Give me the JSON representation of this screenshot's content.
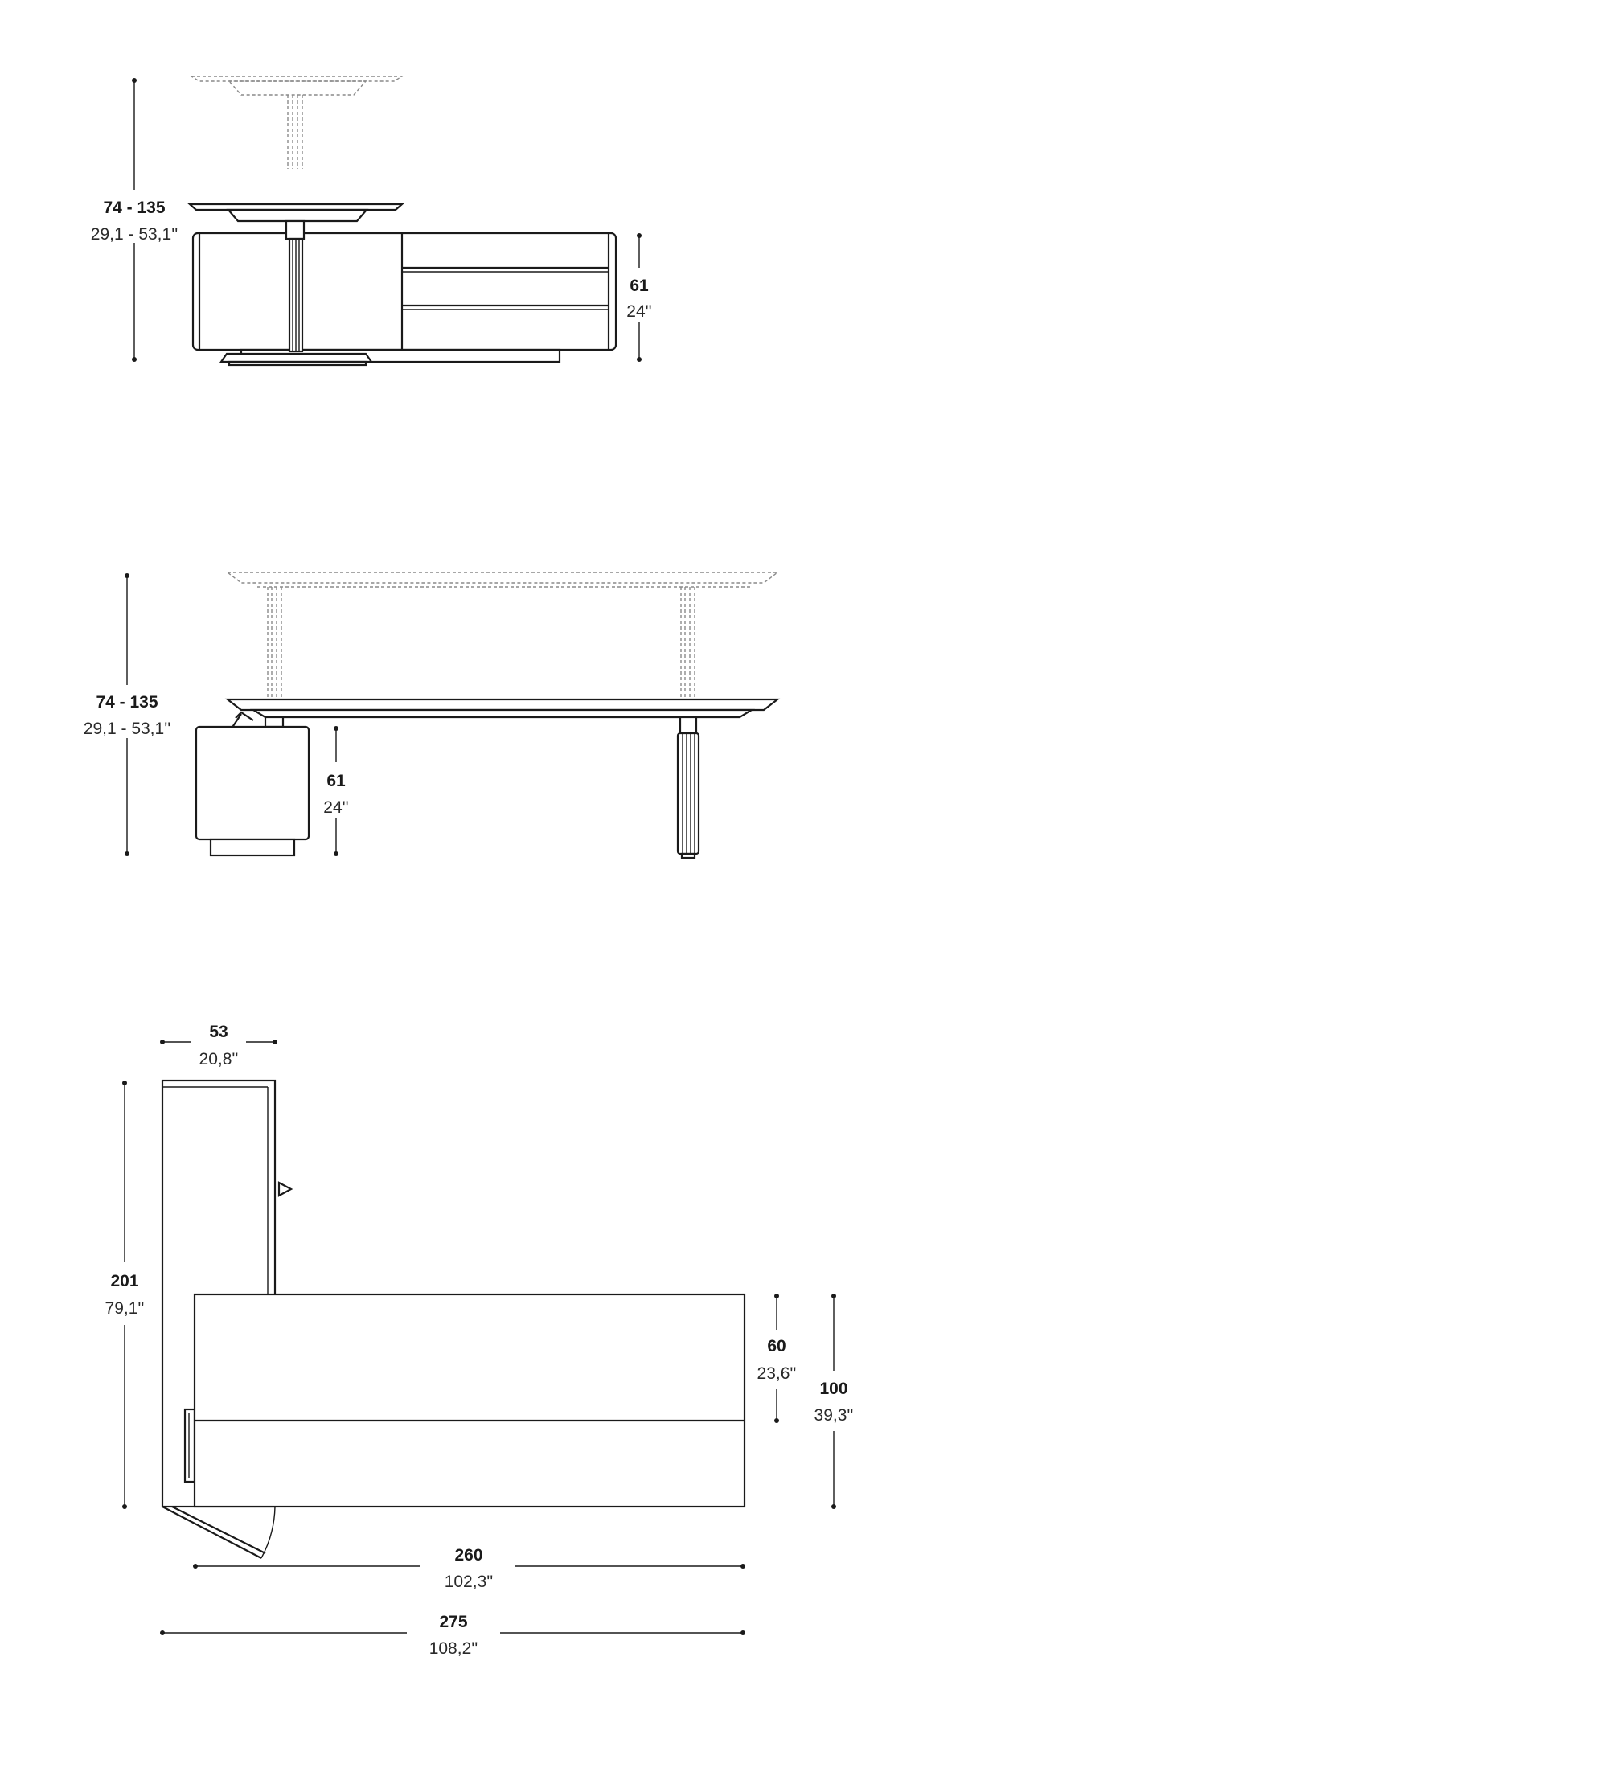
{
  "views": {
    "side": {
      "height": {
        "cm": "74 - 135",
        "in": "29,1 - 53,1''"
      },
      "cabinet": {
        "cm": "61",
        "in": "24''"
      }
    },
    "front": {
      "height": {
        "cm": "74 - 135",
        "in": "29,1 - 53,1''"
      },
      "cabinet": {
        "cm": "61",
        "in": "24''"
      }
    },
    "plan": {
      "cabinet_width": {
        "cm": "53",
        "in": "20,8''"
      },
      "total_depth": {
        "cm": "201",
        "in": "79,1''"
      },
      "desk_depth": {
        "cm": "60",
        "in": "23,6''"
      },
      "return_depth": {
        "cm": "100",
        "in": "39,3''"
      },
      "desk_width": {
        "cm": "260",
        "in": "102,3''"
      },
      "total_width": {
        "cm": "275",
        "in": "108,2''"
      }
    }
  },
  "colors": {
    "ink": "#1a1a1a",
    "ghost": "#8a8a8a",
    "background": "#ffffff"
  }
}
